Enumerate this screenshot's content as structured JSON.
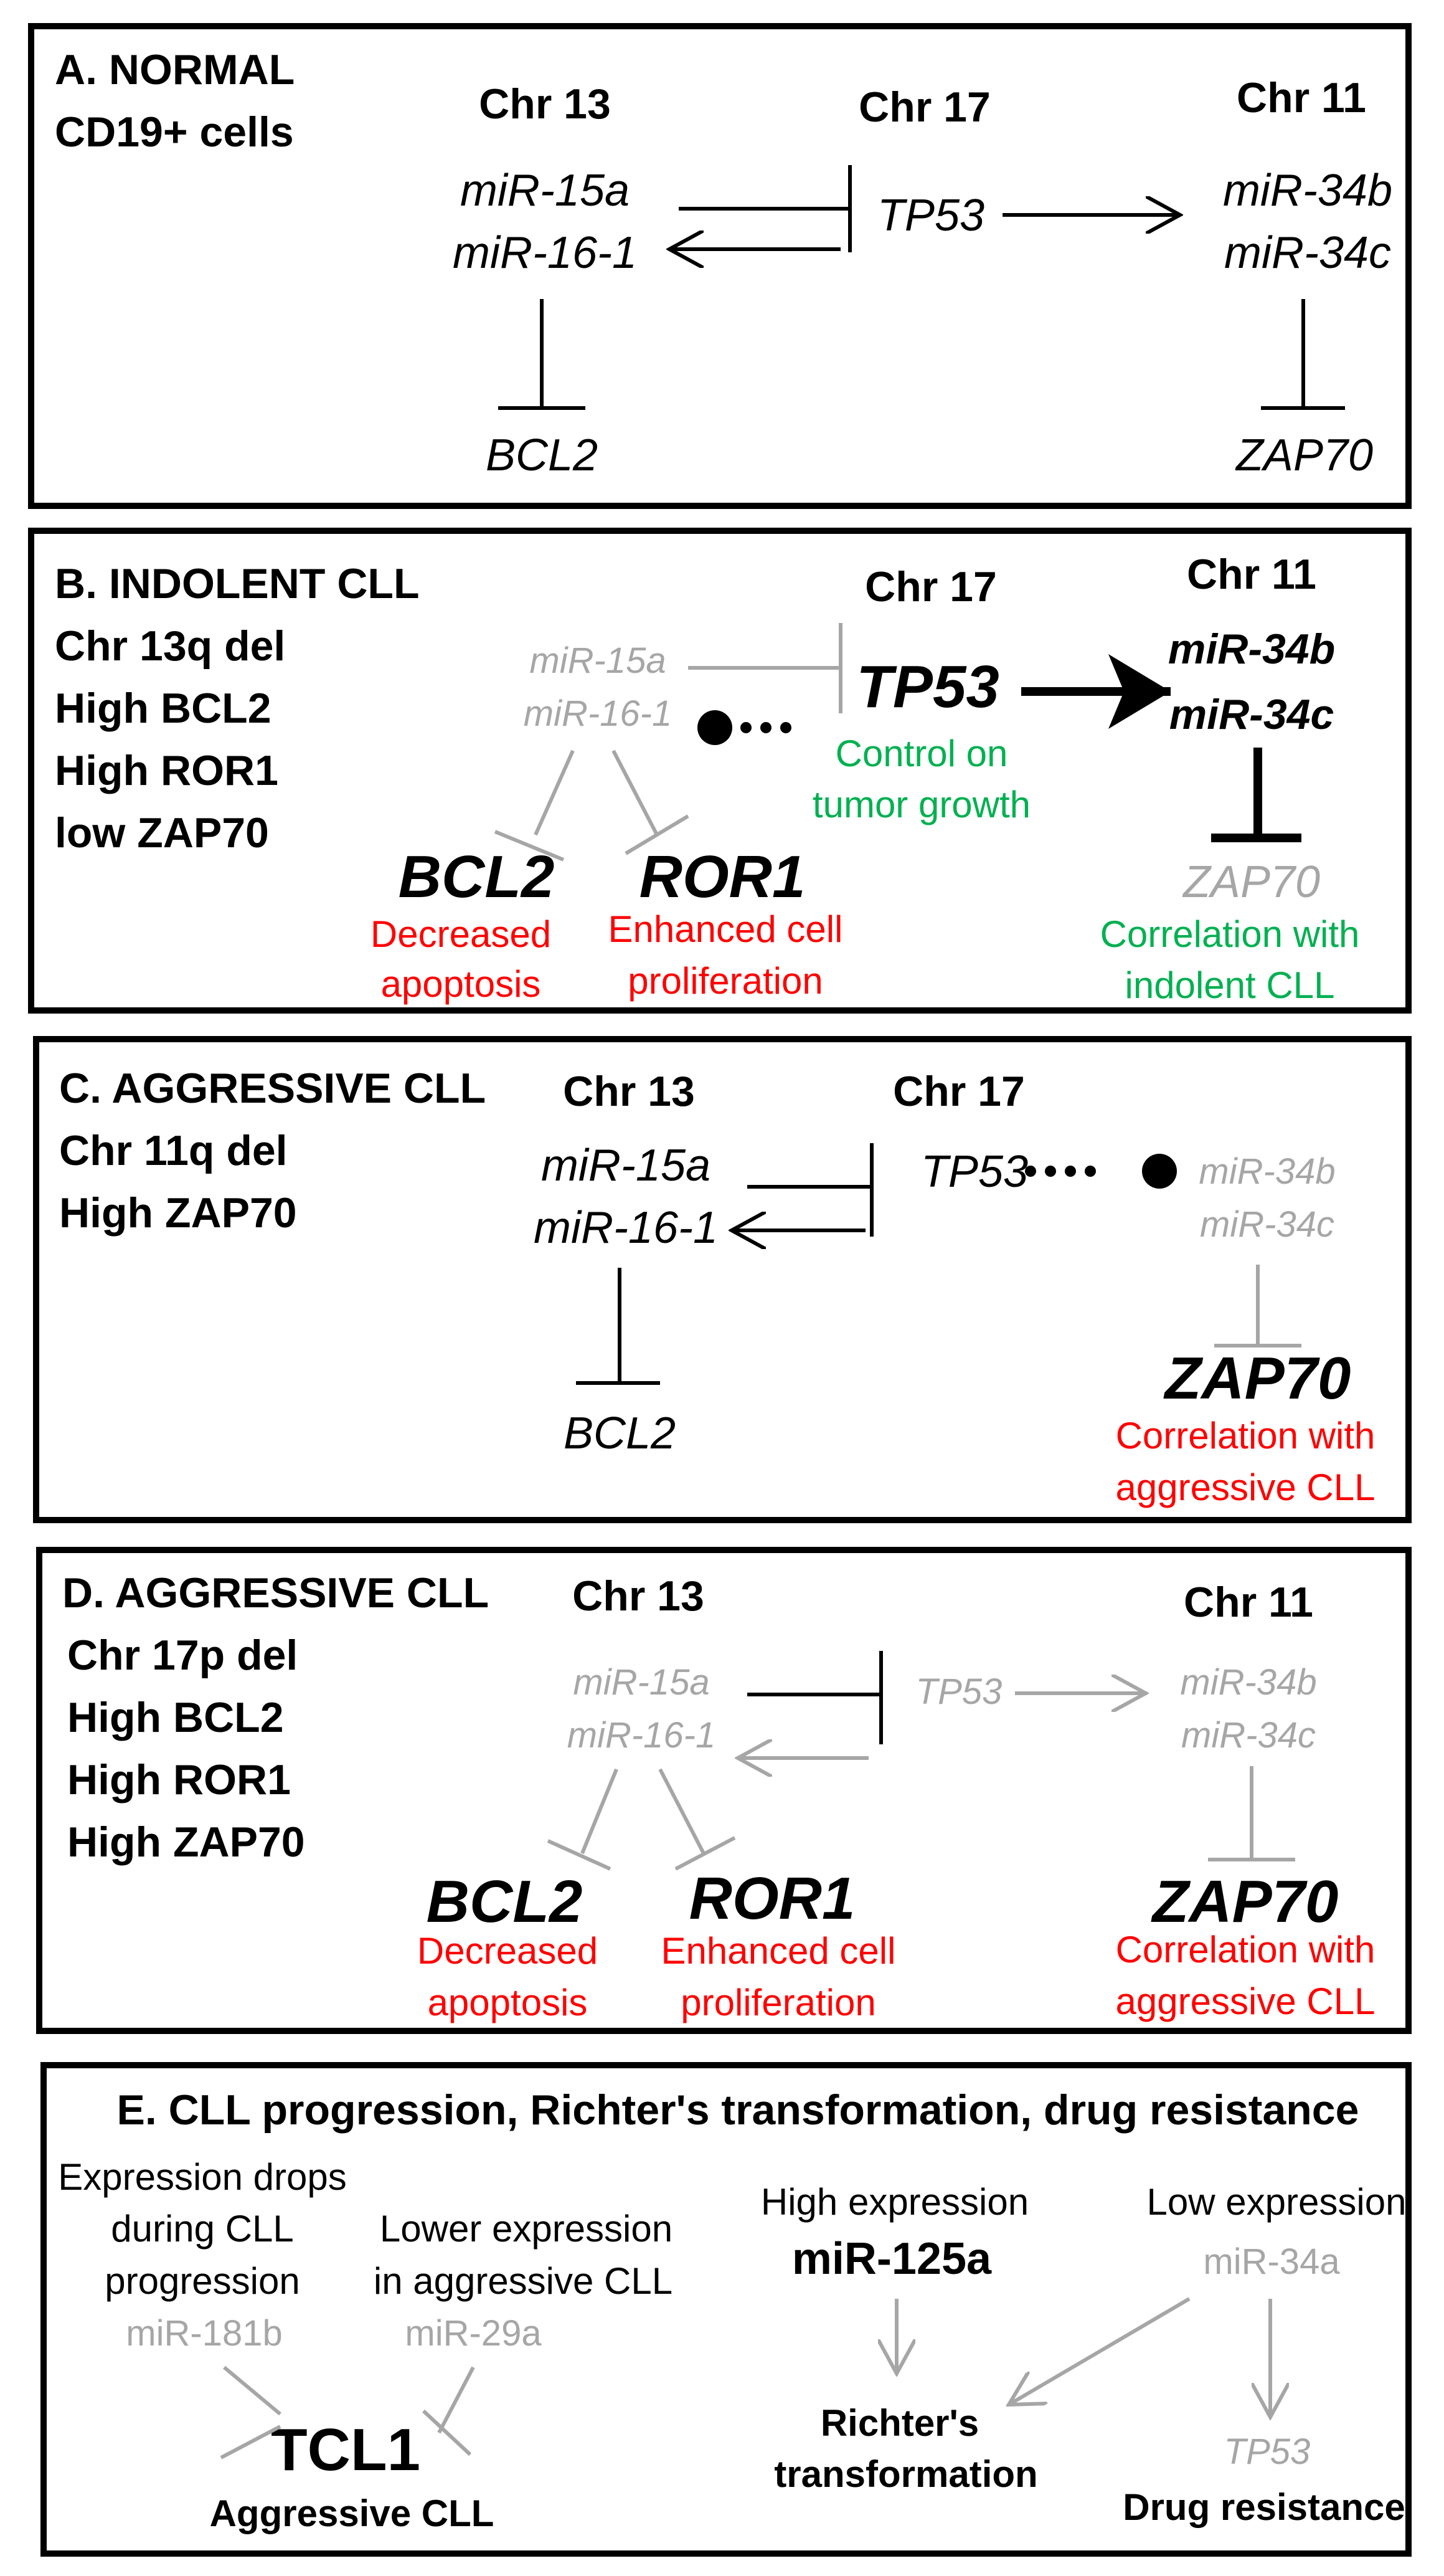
{
  "colors": {
    "active": "#000000",
    "inactive": "#a6a6a6",
    "positive": "#00b050",
    "negative": "#ff0000"
  },
  "panelA": {
    "title_line1": "A. NORMAL",
    "title_line2": "CD19+ cells",
    "chr13": "Chr 13",
    "chr17": "Chr 17",
    "chr11": "Chr 11",
    "mir15a": "miR-15a",
    "mir161": "miR-16-1",
    "tp53": "TP53",
    "mir34b": "miR-34b",
    "mir34c": "miR-34c",
    "bcl2": "BCL2",
    "zap70": "ZAP70"
  },
  "panelB": {
    "title_lines": [
      "B. INDOLENT CLL",
      "Chr 13q del",
      "High BCL2",
      "High ROR1",
      "low ZAP70"
    ],
    "chr17": "Chr 17",
    "chr11": "Chr 11",
    "mir15a": "miR-15a",
    "mir161": "miR-16-1",
    "tp53": "TP53",
    "mir34b": "miR-34b",
    "mir34c": "miR-34c",
    "tp53_note": [
      "Control on",
      "tumor growth"
    ],
    "bcl2": "BCL2",
    "bcl2_note": [
      "Decreased",
      "apoptosis"
    ],
    "ror1": "ROR1",
    "ror1_note": [
      "Enhanced cell",
      "proliferation"
    ],
    "zap70": "ZAP70",
    "zap70_note": [
      "Correlation with",
      "indolent CLL"
    ]
  },
  "panelC": {
    "title_lines": [
      "C. AGGRESSIVE CLL",
      "Chr 11q del",
      "High ZAP70"
    ],
    "chr13": "Chr 13",
    "chr17": "Chr 17",
    "mir15a": "miR-15a",
    "mir161": "miR-16-1",
    "tp53": "TP53",
    "mir34b": "miR-34b",
    "mir34c": "miR-34c",
    "bcl2": "BCL2",
    "zap70": "ZAP70",
    "zap70_note": [
      "Correlation with",
      "aggressive CLL"
    ]
  },
  "panelD": {
    "title_lines": [
      "D. AGGRESSIVE CLL",
      "Chr 17p del",
      "High BCL2",
      "High ROR1",
      "High ZAP70"
    ],
    "chr13": "Chr 13",
    "chr11": "Chr 11",
    "mir15a": "miR-15a",
    "mir161": "miR-16-1",
    "tp53": "TP53",
    "mir34b": "miR-34b",
    "mir34c": "miR-34c",
    "bcl2": "BCL2",
    "bcl2_note": [
      "Decreased",
      "apoptosis"
    ],
    "ror1": "ROR1",
    "ror1_note": [
      "Enhanced cell",
      "proliferation"
    ],
    "zap70": "ZAP70",
    "zap70_note": [
      "Correlation with",
      "aggressive CLL"
    ]
  },
  "panelE": {
    "title": "E. CLL progression, Richter's transformation, drug resistance",
    "note_181b": [
      "Expression drops",
      "during CLL",
      "progression"
    ],
    "note_29a": [
      "Lower expression",
      "in aggressive CLL"
    ],
    "mir181b": "miR-181b",
    "mir29a": "miR-29a",
    "tcl1": "TCL1",
    "tcl1_note": "Aggressive CLL",
    "high_expr": "High expression",
    "mir125a": "miR-125a",
    "low_expr": "Low expression",
    "mir34a": "miR-34a",
    "richter": [
      "Richter's",
      "transformation"
    ],
    "tp53": "TP53",
    "drug_res": "Drug resistance"
  }
}
